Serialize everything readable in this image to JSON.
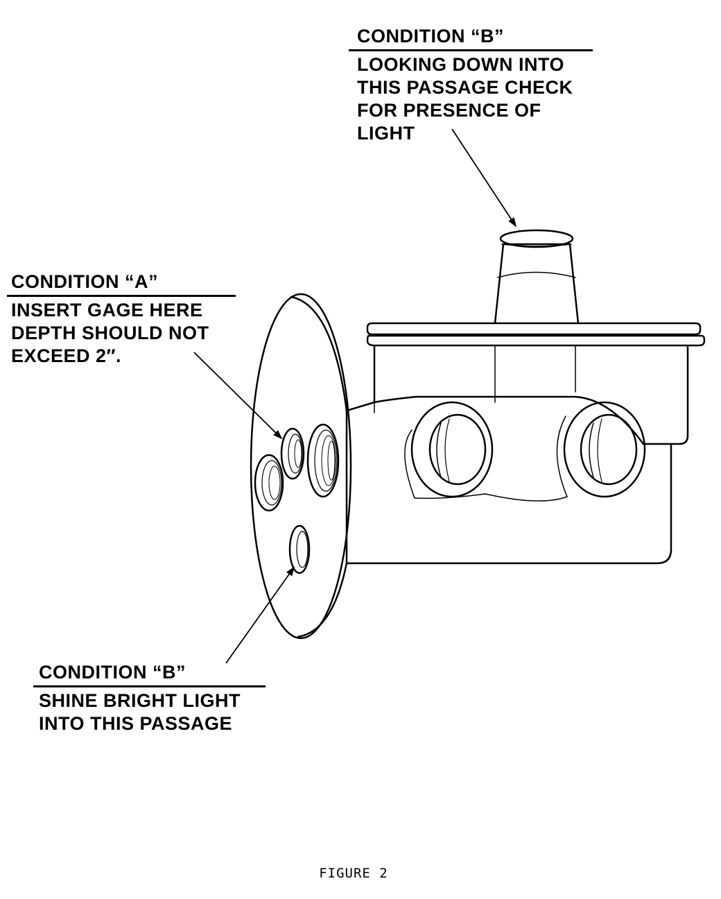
{
  "callouts": {
    "top_b": {
      "heading": "CONDITION “B”",
      "lines": [
        "LOOKING DOWN INTO",
        "THIS PASSAGE CHECK",
        "FOR PRESENCE OF",
        "LIGHT"
      ]
    },
    "a": {
      "heading": "CONDITION “A”",
      "lines": [
        "INSERT GAGE HERE",
        "DEPTH SHOULD NOT",
        "EXCEED 2″."
      ]
    },
    "bottom_b": {
      "heading": "CONDITION “B”",
      "lines": [
        "SHINE BRIGHT LIGHT",
        "INTO THIS PASSAGE"
      ]
    }
  },
  "caption": "FIGURE 2"
}
